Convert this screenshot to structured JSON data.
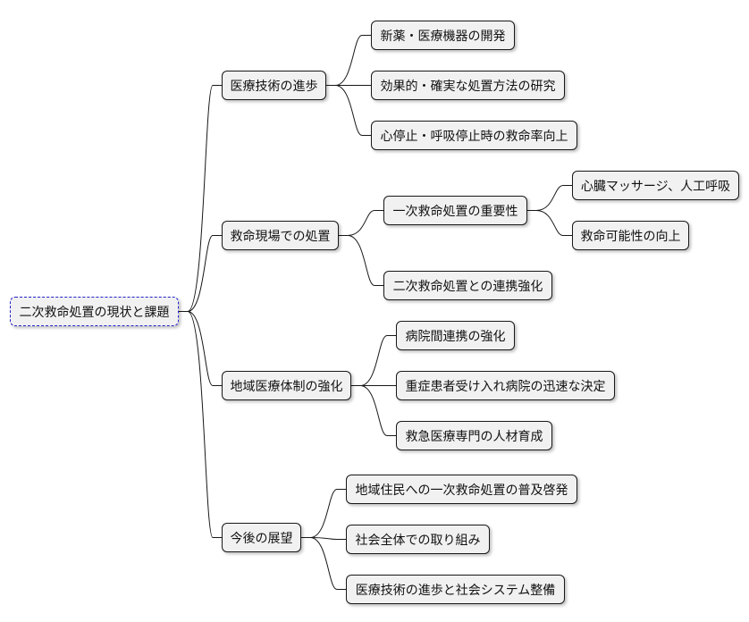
{
  "root": {
    "label": "二次救命処置の現状と課題"
  },
  "branches": [
    {
      "label": "医療技術の進歩",
      "children": [
        {
          "label": "新薬・医療機器の開発"
        },
        {
          "label": "効果的・確実な処置方法の研究"
        },
        {
          "label": "心停止・呼吸停止時の救命率向上"
        }
      ]
    },
    {
      "label": "救命現場での処置",
      "children": [
        {
          "label": "一次救命処置の重要性",
          "children": [
            {
              "label": "心臓マッサージ、人工呼吸"
            },
            {
              "label": "救命可能性の向上"
            }
          ]
        },
        {
          "label": "二次救命処置との連携強化"
        }
      ]
    },
    {
      "label": "地域医療体制の強化",
      "children": [
        {
          "label": "病院間連携の強化"
        },
        {
          "label": "重症患者受け入れ病院の迅速な決定"
        },
        {
          "label": "救急医療専門の人材育成"
        }
      ]
    },
    {
      "label": "今後の展望",
      "children": [
        {
          "label": "地域住民への一次救命処置の普及啓発"
        },
        {
          "label": "社会全体での取り組み"
        },
        {
          "label": "医療技術の進歩と社会システム整備"
        }
      ]
    }
  ],
  "colors": {
    "node_fill": "#f1f1f1",
    "node_border": "#181818",
    "root_border": "#2222cc",
    "edge": "#181818"
  }
}
